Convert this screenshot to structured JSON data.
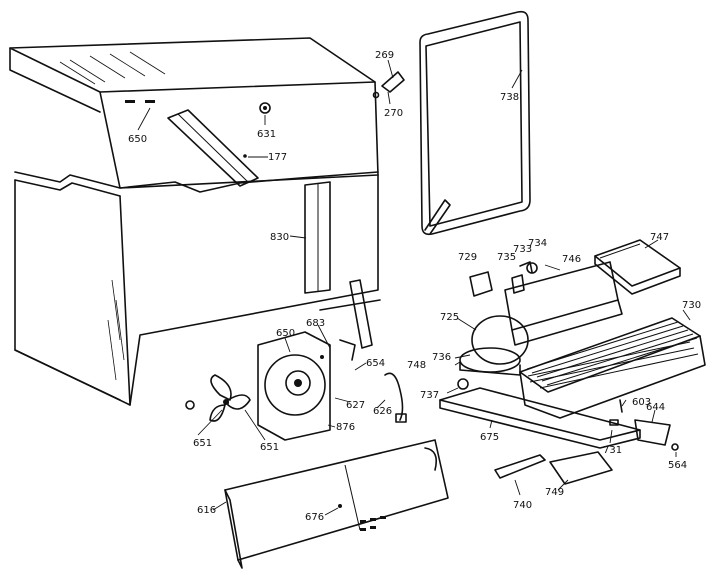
{
  "callouts": {
    "c269": "269",
    "c270": "270",
    "c738": "738",
    "c650a": "650",
    "c631": "631",
    "c177": "177",
    "c830": "830",
    "c747": "747",
    "c729": "729",
    "c735": "735",
    "c733": "733",
    "c734": "734",
    "c746": "746",
    "c730": "730",
    "c725": "725",
    "c683": "683",
    "c650b": "650",
    "c654": "654",
    "c748": "748",
    "c736": "736",
    "c737": "737",
    "c627": "627",
    "c626": "626",
    "c603": "603",
    "c644": "644",
    "c876": "876",
    "c651a": "651",
    "c651b": "651",
    "c675": "675",
    "c731": "731",
    "c564": "564",
    "c616": "616",
    "c676": "676",
    "c740": "740",
    "c749": "749"
  },
  "colors": {
    "ink": "#111111",
    "paper": "#ffffff"
  }
}
